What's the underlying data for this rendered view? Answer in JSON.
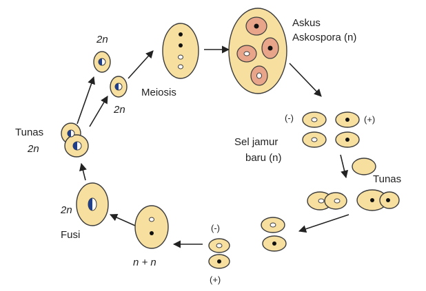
{
  "labels": {
    "twon_top": "2n",
    "twon_mid": "2n",
    "meiosis": "Meiosis",
    "askus": "Askus",
    "askospora": "Askospora (n)",
    "minus_top": "(-)",
    "plus_top": "(+)",
    "sel_line1": "Sel jamur",
    "sel_line2": "baru (n)",
    "tunas_right": "Tunas",
    "minus_bottom": "(-)",
    "plus_bottom": "(+)",
    "n_plus_n": "n + n",
    "twon_fusi": "2n",
    "fusi": "Fusi",
    "tunas_left_line1": "Tunas",
    "tunas_left_line2": "2n"
  },
  "colors": {
    "cell_fill": "#f7dfa0",
    "spore_fill": "#e8a58a",
    "diploid_nucleus": "#1f3f8a",
    "haploid_plus_nucleus": "#111111",
    "haploid_minus_nucleus": "#ffffff"
  }
}
